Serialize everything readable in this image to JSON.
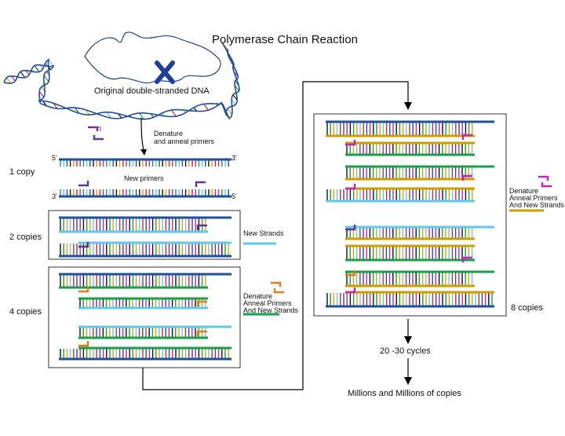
{
  "title": "Polymerase Chain Reaction",
  "dna_label": "Original double-stranded DNA",
  "denature_label": [
    "Denature",
    "and anneal primers"
  ],
  "one_copy": "1 copy",
  "strand_end_5_top": "5'",
  "strand_end_3_top": "3'",
  "strand_end_3_bottom": "3'",
  "strand_end_5_bottom": "5'",
  "new_primers": "New primers",
  "two_copies": "2 copies",
  "new_strands": "New Strands",
  "four_copies": "4 copies",
  "legend_orange": [
    "Denature",
    "Anneal Primers",
    "And New Strands"
  ],
  "legend_magenta": [
    "Denature",
    "Anneal Primers",
    "And New Strands"
  ],
  "eight_copies": "8 copies",
  "cycles": "20 -30 cycles",
  "millions": "Millions and Millions of copies",
  "colors": {
    "template": "#1f4f9e",
    "new_strand_cyan": "#5ec8ef",
    "green_strand": "#1a9e4a",
    "gold_strand": "#c9a000",
    "primer_purple": "#5b3a8c",
    "primer_orange": "#e07d1a",
    "primer_magenta": "#c223b8",
    "chromosome": "#1f3d9e",
    "box_border": "#333333"
  }
}
